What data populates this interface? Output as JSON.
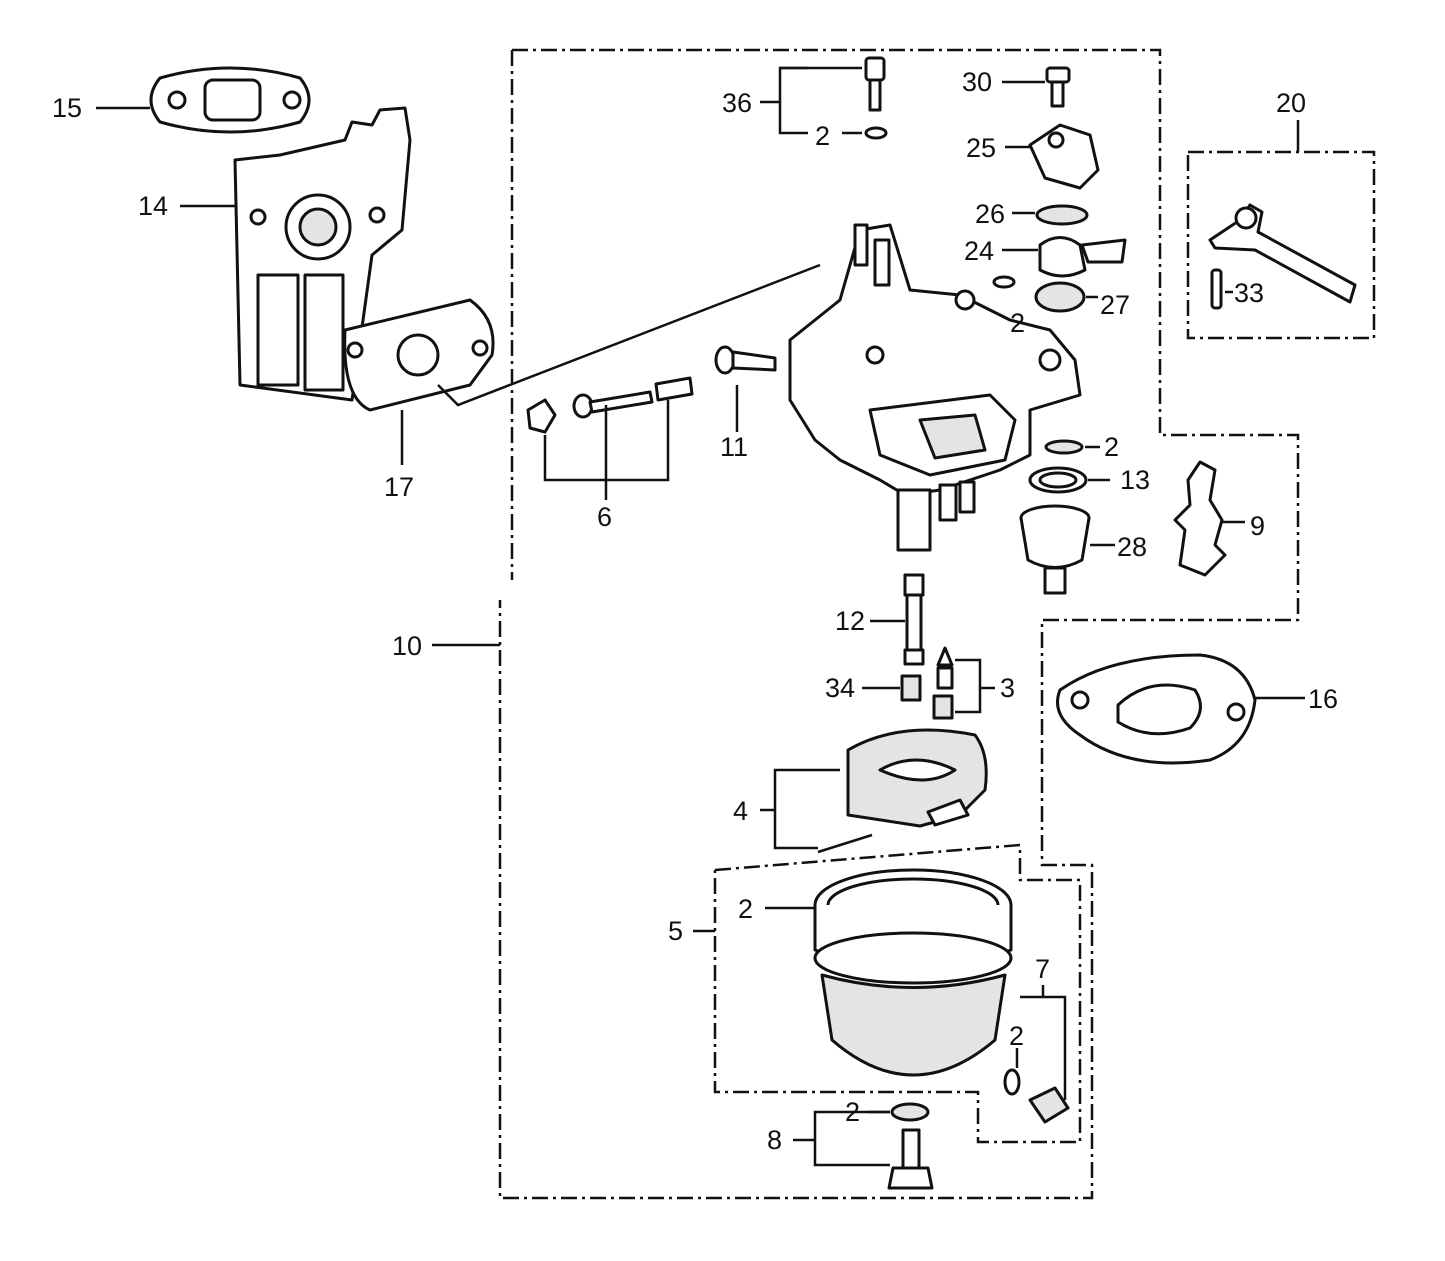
{
  "callouts": {
    "c15": "15",
    "c14": "14",
    "c17": "17",
    "c36": "36",
    "c2_top": "2",
    "c30": "30",
    "c25": "25",
    "c26": "26",
    "c24": "24",
    "c2_mid": "2",
    "c27": "27",
    "c20": "20",
    "c33": "33",
    "c11": "11",
    "c6": "6",
    "c2_right": "2",
    "c13": "13",
    "c9": "9",
    "c28": "28",
    "c10": "10",
    "c12": "12",
    "c34": "34",
    "c3": "3",
    "c16": "16",
    "c4": "4",
    "c2_bowl": "2",
    "c5": "5",
    "c7": "7",
    "c2_drain": "2",
    "c2_bolt": "2",
    "c8": "8"
  }
}
